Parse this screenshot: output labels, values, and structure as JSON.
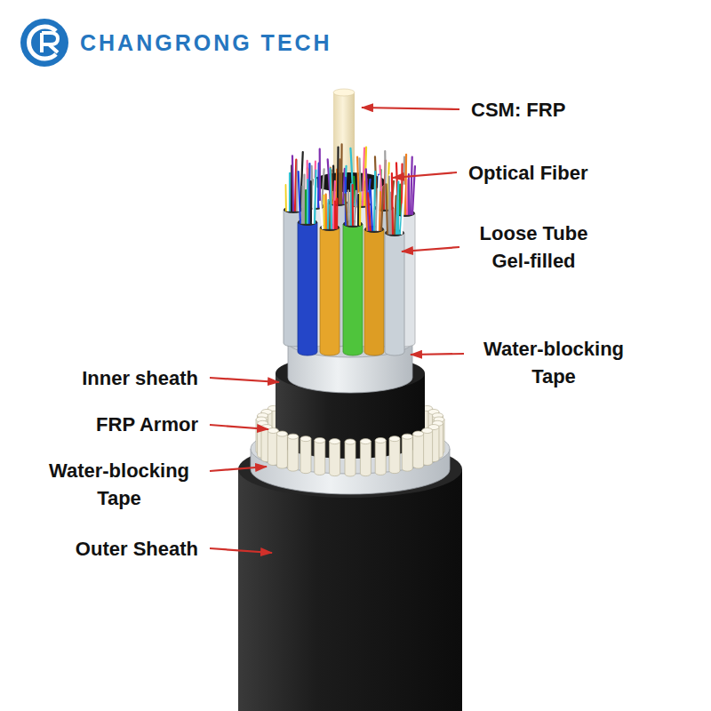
{
  "diagram": {
    "labels": [
      "CHANGRONG TECH",
      "CSM: FRP",
      "Optical Fiber",
      "Loose Tube Gel-filled",
      "Water-blocking Tape",
      "Inner sheath",
      "FRP Armor",
      "Water-blocking Tape",
      "Outer Sheath"
    ]
  }
}
